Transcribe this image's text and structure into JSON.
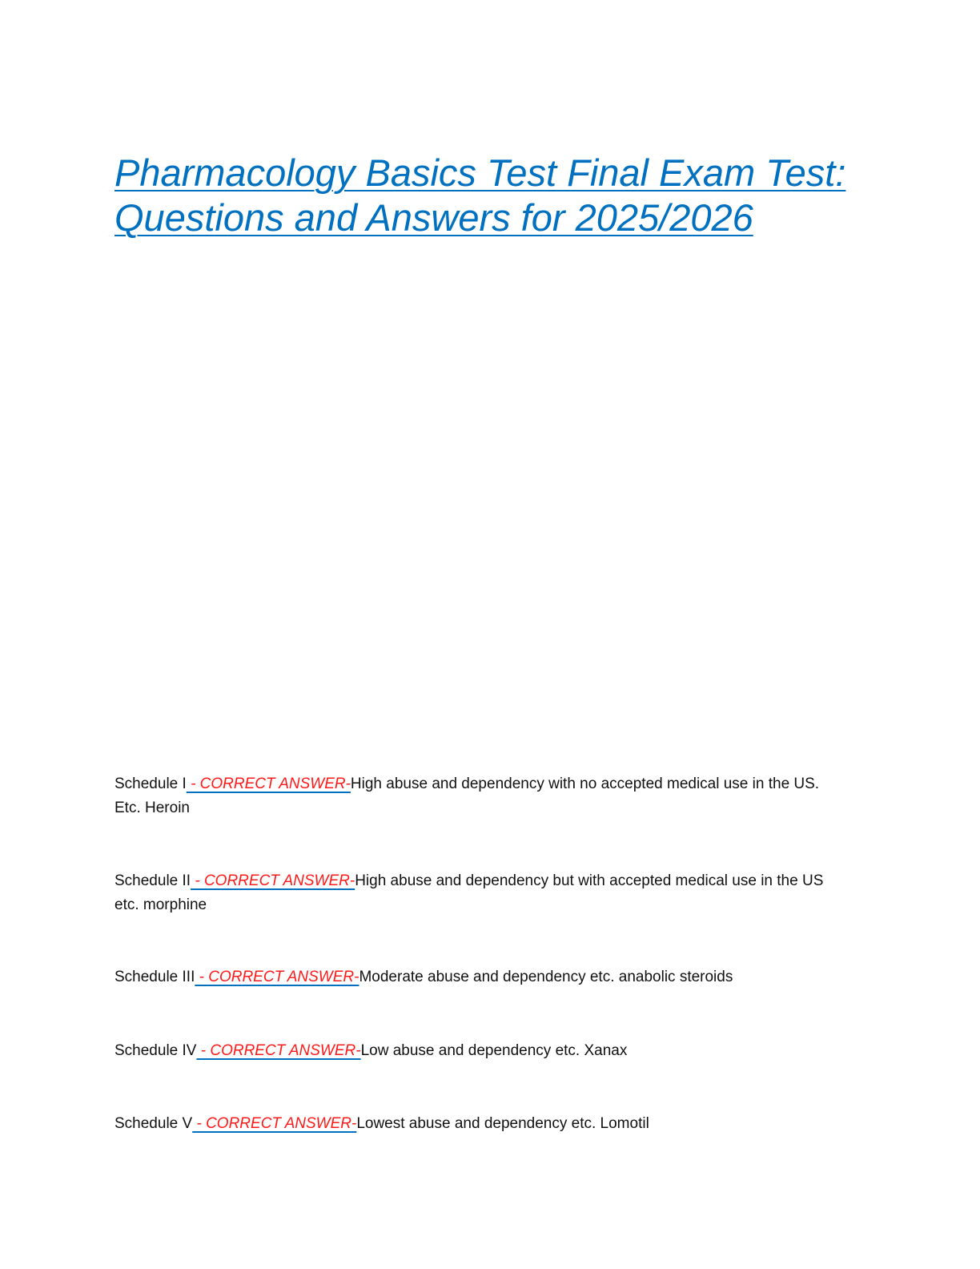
{
  "document": {
    "title_line1": "Pharmacology Basics Test Final Exam Test:",
    "title_line2": "Questions and Answers for 2025/2026",
    "answer_marker": " - CORRECT ANSWER-",
    "items": [
      {
        "term": "Schedule I",
        "answer_line1": "High abuse and dependency with no accepted medical use in the US.",
        "answer_line2": "Etc. Heroin"
      },
      {
        "term": "Schedule II",
        "answer_line1": "High abuse and dependency but with accepted medical use in the US",
        "answer_line2": "etc. morphine"
      },
      {
        "term": "Schedule III",
        "answer_line1": "Moderate abuse and dependency etc. anabolic steroids"
      },
      {
        "term": "Schedule IV",
        "answer_line1": "Low abuse and dependency etc. Xanax"
      },
      {
        "term": "Schedule V",
        "answer_line1": "Lowest abuse and dependency etc. Lomotil"
      }
    ]
  },
  "colors": {
    "title": "#0070c0",
    "marker_text": "#ff1a1a",
    "marker_underline": "#0070c0",
    "body_text": "#111111"
  }
}
